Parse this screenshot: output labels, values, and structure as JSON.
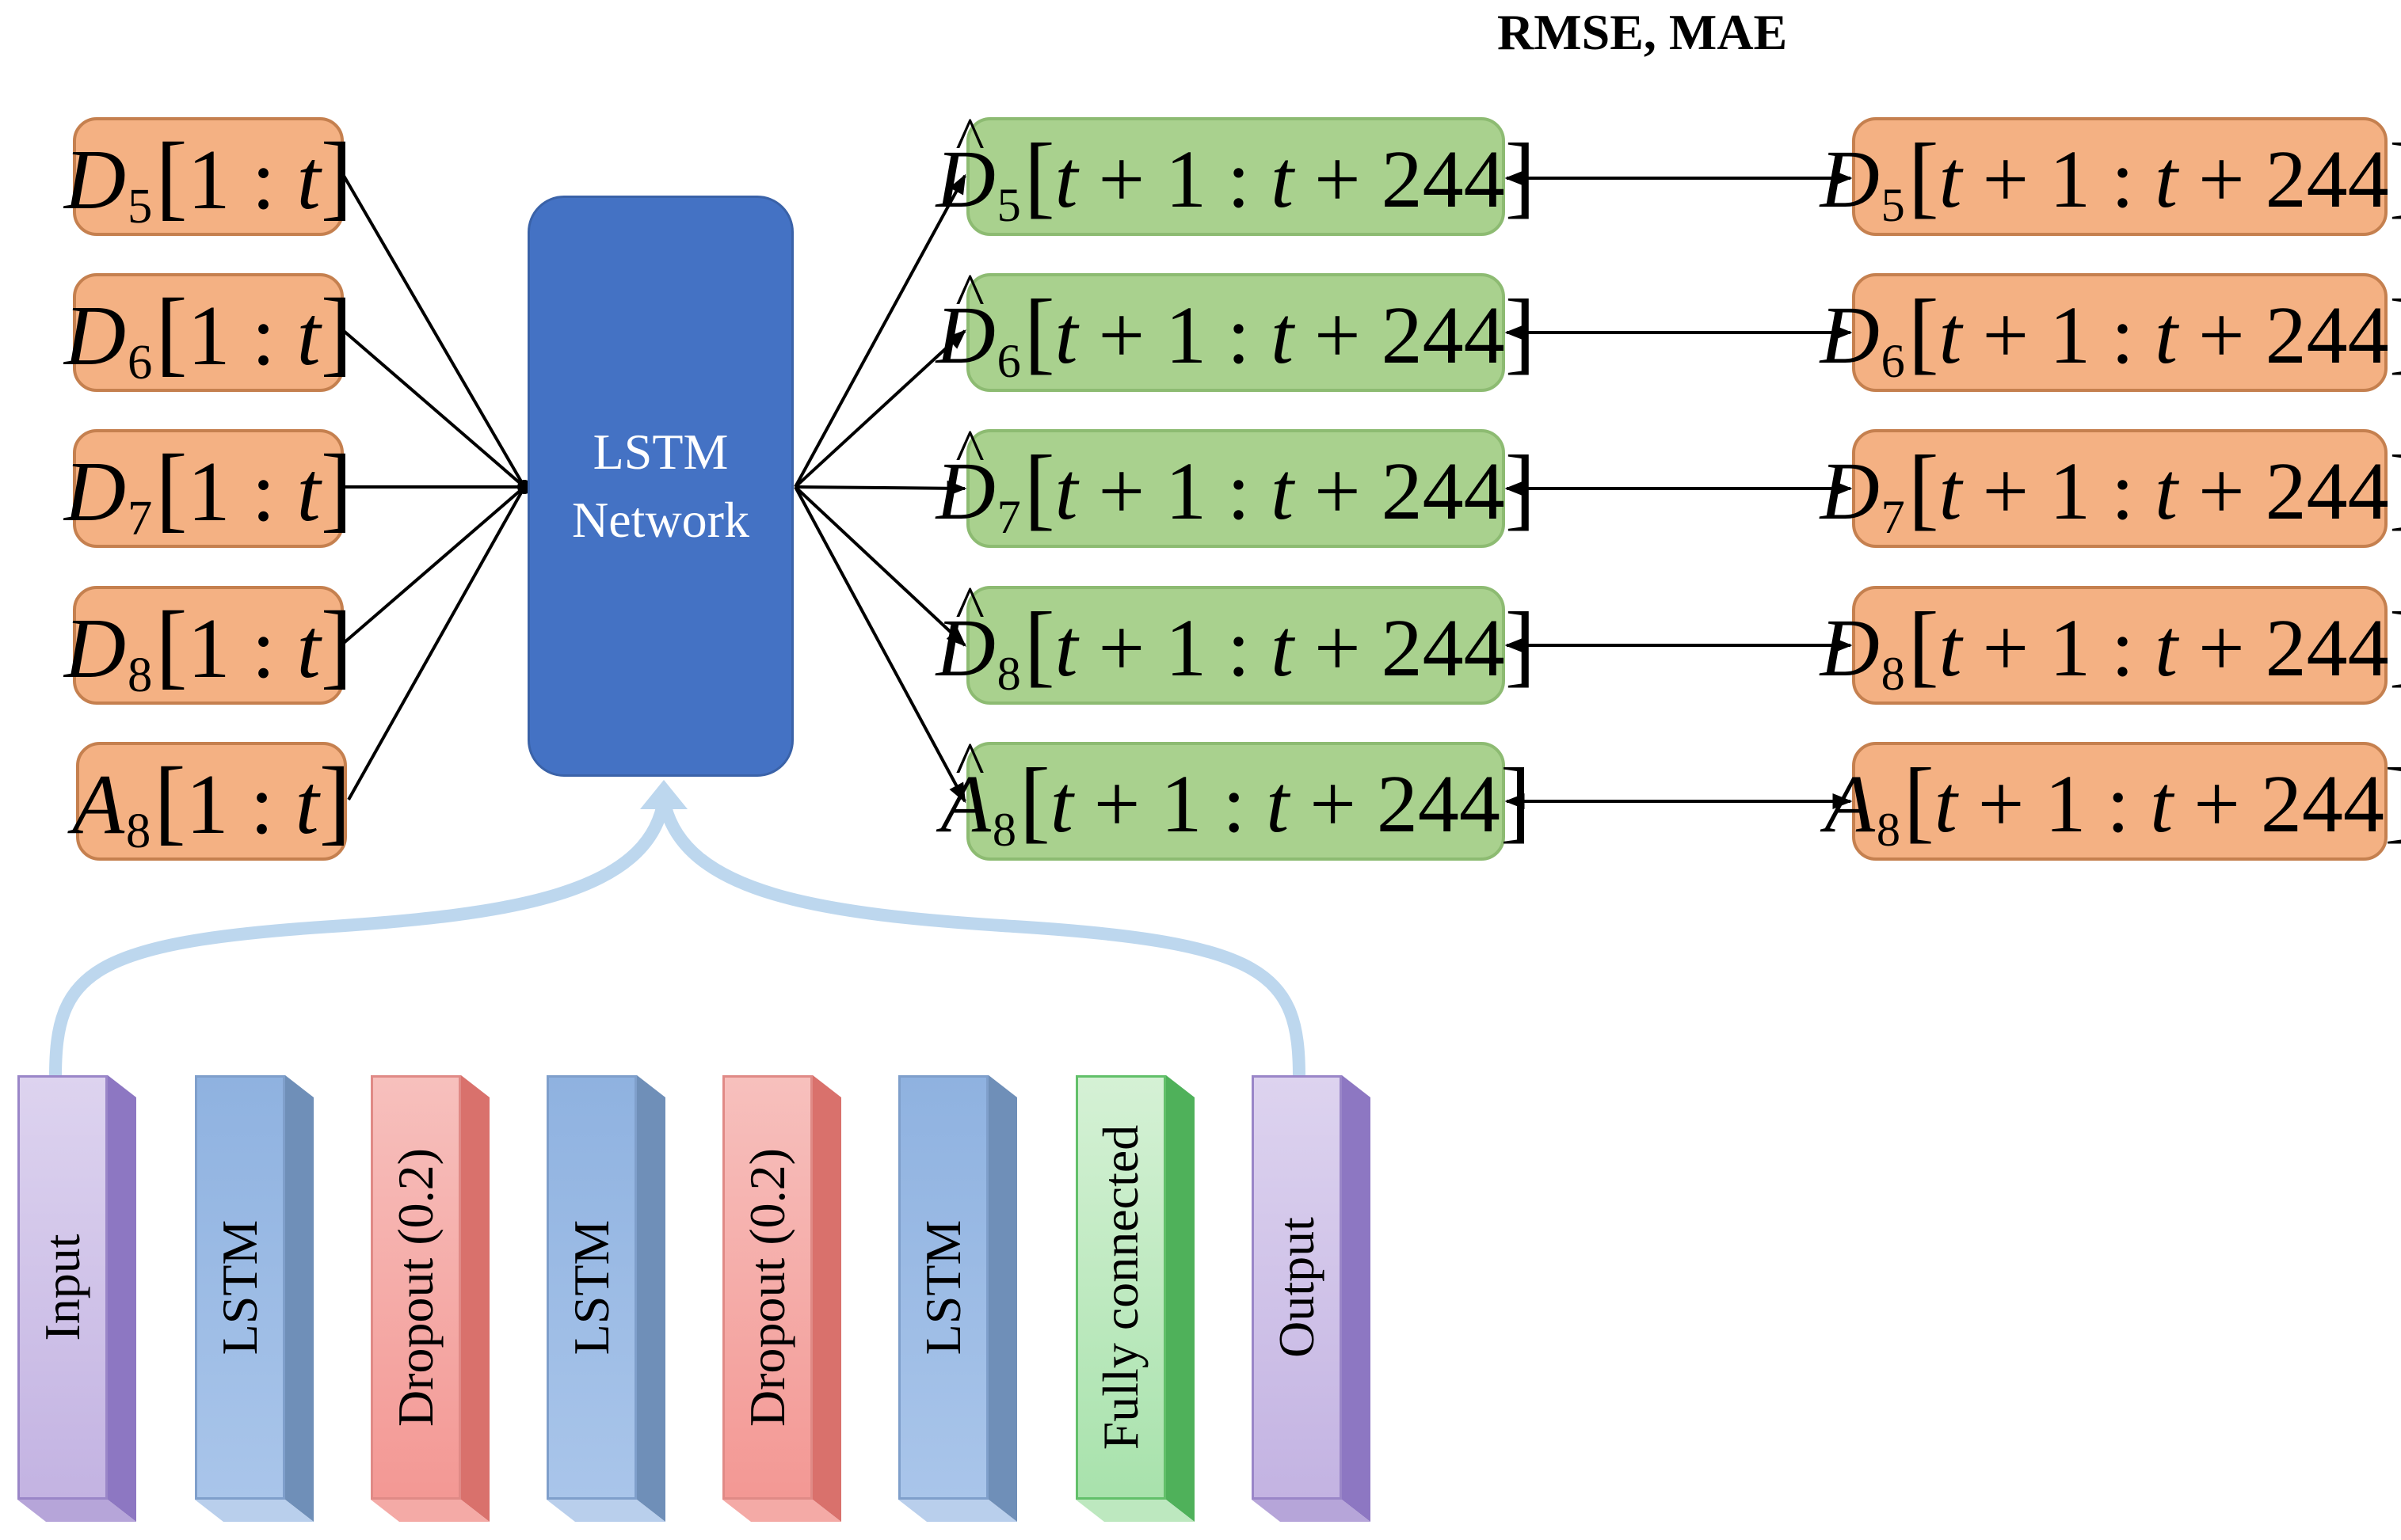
{
  "metric_label": "RMSE, MAE",
  "network": {
    "line1": "LSTM",
    "line2": "Network"
  },
  "inputs": [
    {
      "var": "D",
      "sub": "5",
      "range": "1 : t"
    },
    {
      "var": "D",
      "sub": "6",
      "range": "1 : t"
    },
    {
      "var": "D",
      "sub": "7",
      "range": "1 : t"
    },
    {
      "var": "D",
      "sub": "8",
      "range": "1 : t"
    },
    {
      "var": "A",
      "sub": "8",
      "range": "1 : t"
    }
  ],
  "predictions": [
    {
      "var": "D",
      "hat": "^",
      "sub": "5",
      "range": "t + 1 : t + 244"
    },
    {
      "var": "D",
      "hat": "^",
      "sub": "6",
      "range": "t + 1 : t + 244"
    },
    {
      "var": "D",
      "hat": "^",
      "sub": "7",
      "range": "t + 1 : t + 244"
    },
    {
      "var": "D",
      "hat": "^",
      "sub": "8",
      "range": "t + 1 : t + 244"
    },
    {
      "var": "A",
      "hat": "^",
      "sub": "8",
      "range": "t + 1 : t + 244"
    }
  ],
  "ground_truth": [
    {
      "var": "D",
      "sub": "5",
      "range": "t + 1 : t + 244"
    },
    {
      "var": "D",
      "sub": "6",
      "range": "t + 1 : t + 244"
    },
    {
      "var": "D",
      "sub": "7",
      "range": "t + 1 : t + 244"
    },
    {
      "var": "D",
      "sub": "8",
      "range": "t + 1 : t + 244"
    },
    {
      "var": "A",
      "sub": "8",
      "range": "t + 1 : t + 244"
    }
  ],
  "layers": [
    {
      "label": "Input",
      "color": "purple"
    },
    {
      "label": "LSTM",
      "color": "blue"
    },
    {
      "label": "Dropout (0.2)",
      "color": "red"
    },
    {
      "label": "LSTM",
      "color": "blue"
    },
    {
      "label": "Dropout (0.2)",
      "color": "red"
    },
    {
      "label": "LSTM",
      "color": "blue"
    },
    {
      "label": "Fully connected",
      "color": "green"
    },
    {
      "label": "Output",
      "color": "purple"
    }
  ]
}
